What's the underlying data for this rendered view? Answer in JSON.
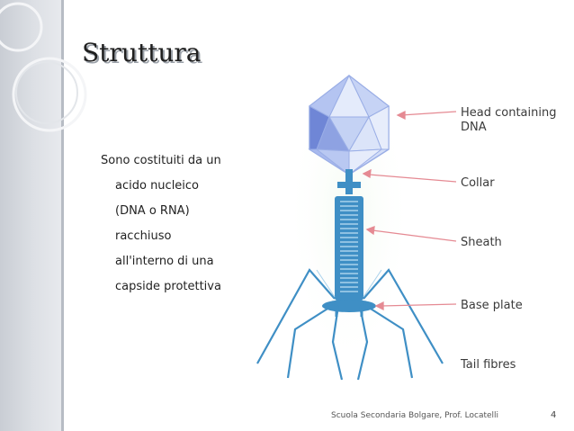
{
  "slide": {
    "title": "Struttura",
    "body": {
      "first_line": "Sono costituiti da un",
      "lines": [
        "acido nucleico",
        "(DNA o RNA)",
        "racchiuso",
        "all'interno di una",
        "capside protettiva"
      ]
    },
    "diagram": {
      "labels": {
        "head": "Head containing DNA",
        "collar": "Collar",
        "sheath": "Sheath",
        "base_plate": "Base plate",
        "tail_fibres": "Tail fibres"
      },
      "colors": {
        "head_fill": "#c4d2f4",
        "head_dark": "#6f86d6",
        "body": "#3f8fc5",
        "arrow": "#e58a93"
      }
    },
    "footer": "Scuola Secondaria Bolgare, Prof. Locatelli",
    "page_number": "4"
  }
}
